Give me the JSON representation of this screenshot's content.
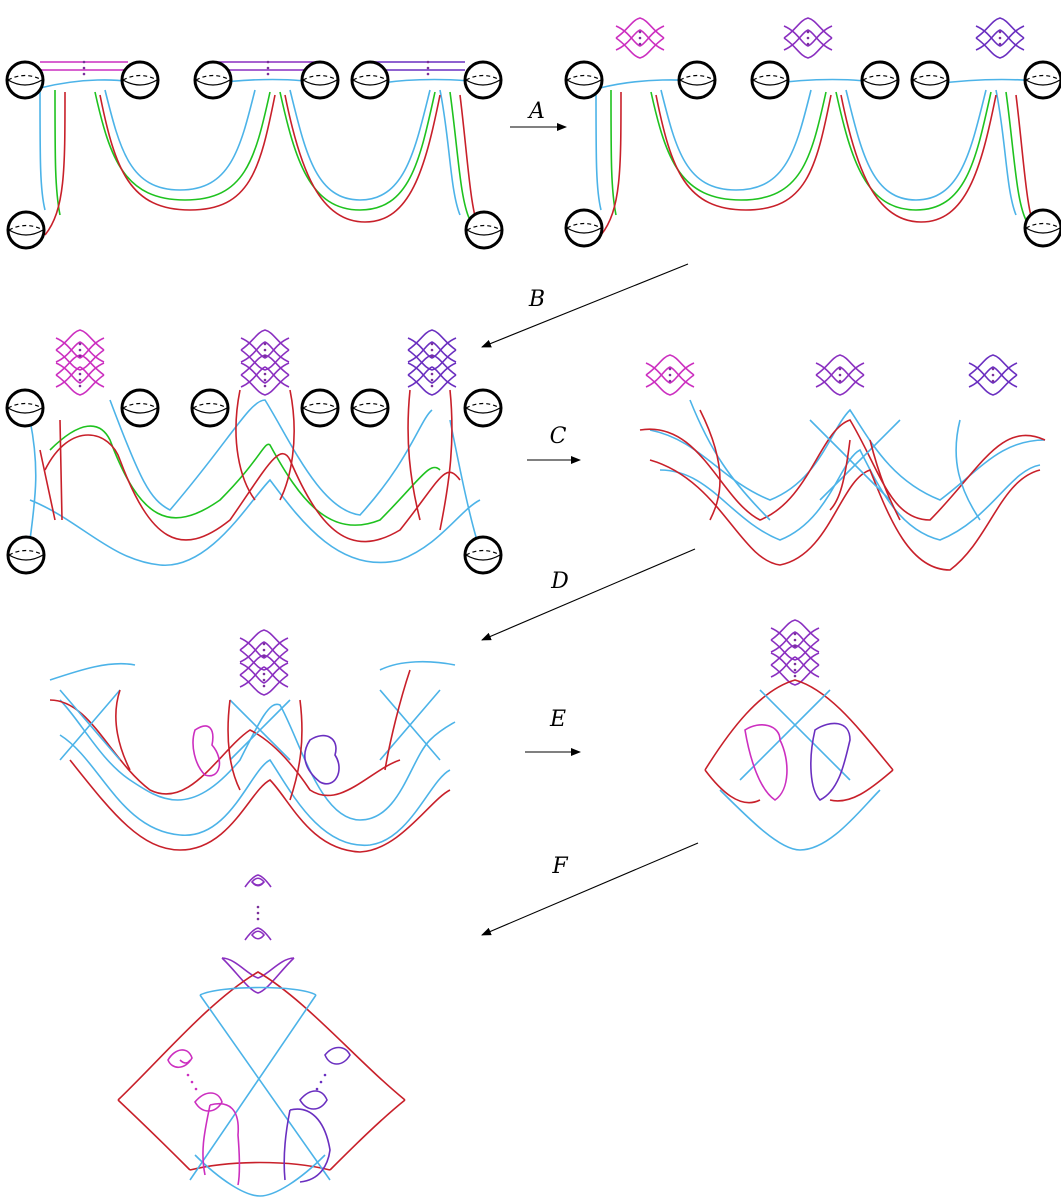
{
  "steps": {
    "A": "A",
    "B": "B",
    "C": "C",
    "D": "D",
    "E": "E",
    "F": "F"
  },
  "colors": {
    "red": "#c8202a",
    "blue": "#4cb3e8",
    "green": "#1fc21f",
    "magenta": "#cc2fc0",
    "purple": "#6a2fc0",
    "violet": "#8a2fc0",
    "sphere": "#000000"
  }
}
